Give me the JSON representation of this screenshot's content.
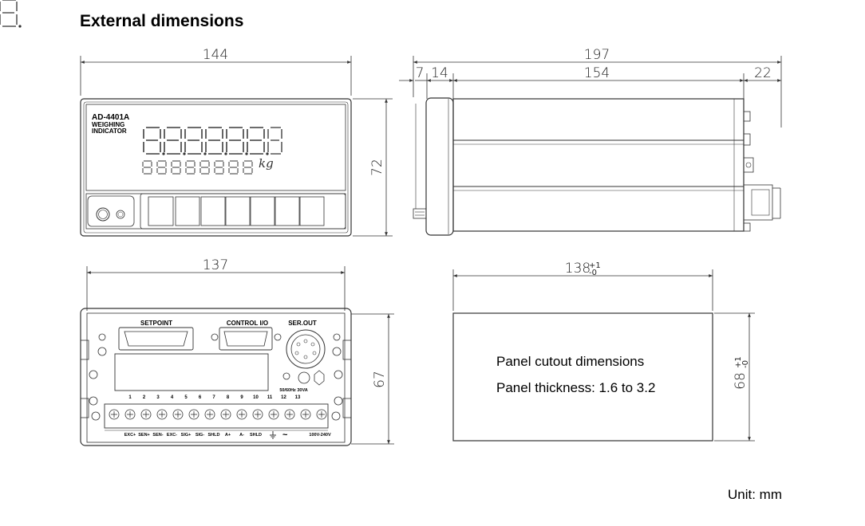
{
  "title": "External dimensions",
  "unit": "Unit: mm",
  "front": {
    "width": "144",
    "height": "72",
    "model": "AD-4401A",
    "line2": "WEIGHING",
    "line3": "INDICATOR",
    "kg": "kg"
  },
  "side": {
    "total": "197",
    "front_depth": "7",
    "flange": "14",
    "body": "154",
    "rear": "22"
  },
  "rear": {
    "width": "137",
    "height": "67",
    "setpoint": "SETPOINT",
    "control_io": "CONTROL I/O",
    "ser_out": "SER.OUT",
    "power_rating": "50/60Hz 30VA",
    "terminal_numbers": [
      "1",
      "2",
      "3",
      "4",
      "5",
      "6",
      "7",
      "8",
      "9",
      "10",
      "11",
      "12",
      "13"
    ],
    "terminal_labels": [
      "EXC+",
      "SEN+",
      "SEN-",
      "EXC-",
      "SIG+",
      "SIG-",
      "SHLD",
      "A+",
      "A-",
      "SHLD"
    ],
    "ac_symbol": "~",
    "voltage": "100V-240V"
  },
  "cutout": {
    "width_base": "138",
    "width_tol_plus": "+1",
    "width_tol_minus": "-0",
    "height_base": "68",
    "height_tol_plus": "+1",
    "height_tol_minus": "-0",
    "note1": "Panel cutout dimensions",
    "note2": "Panel thickness: 1.6 to 3.2"
  }
}
